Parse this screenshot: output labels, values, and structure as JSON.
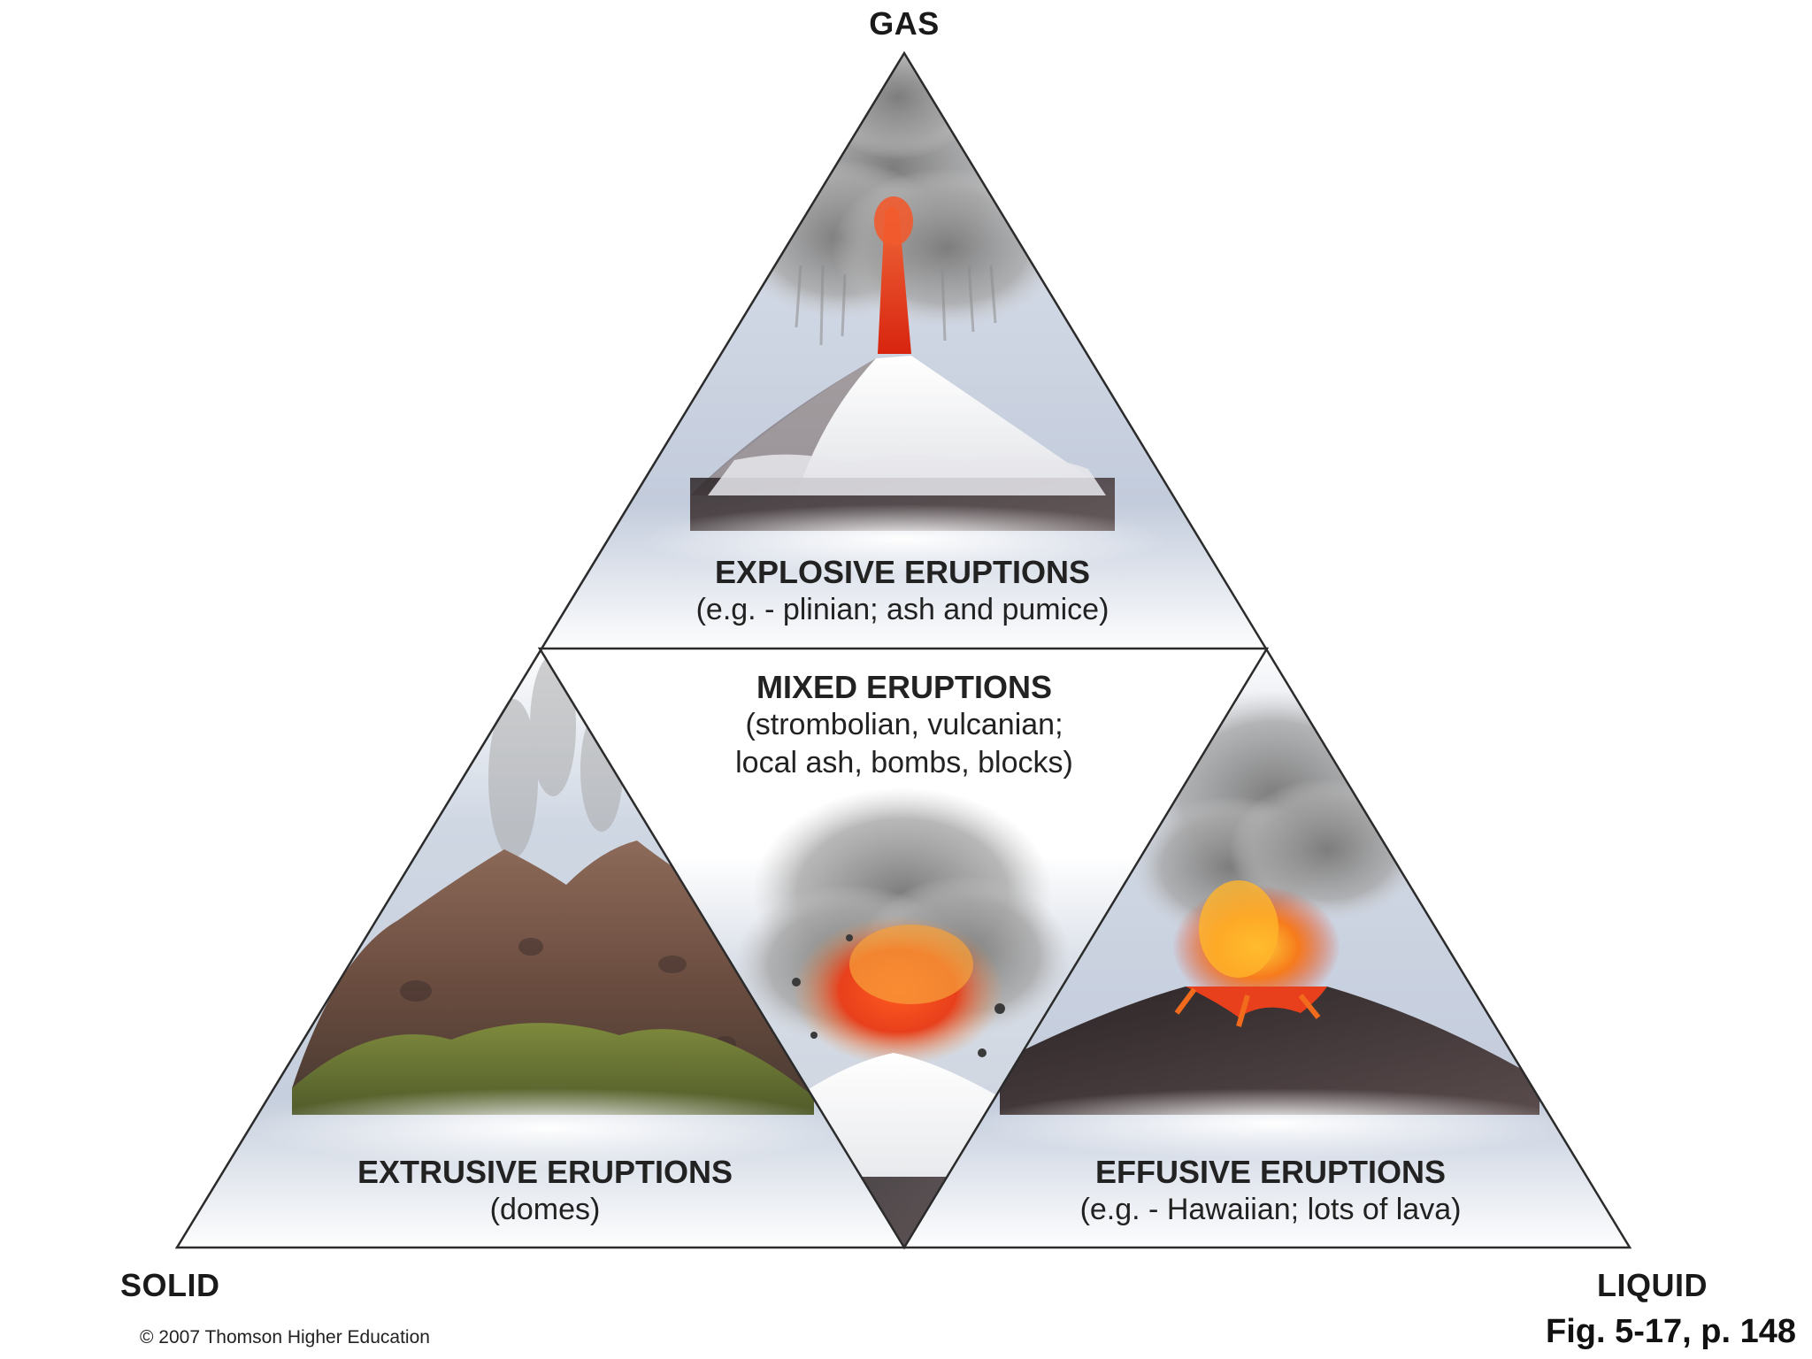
{
  "corners": {
    "top": "GAS",
    "left": "SOLID",
    "right": "LIQUID"
  },
  "panels": {
    "explosive": {
      "title": "EXPLOSIVE ERUPTIONS",
      "lines": [
        "(e.g. - plinian; ash and pumice)"
      ]
    },
    "mixed": {
      "title": "MIXED ERUPTIONS",
      "lines": [
        "(strombolian, vulcanian;",
        "local ash, bombs, blocks)"
      ]
    },
    "extrusive": {
      "title": "EXTRUSIVE ERUPTIONS",
      "lines": [
        "(domes)"
      ]
    },
    "effusive": {
      "title": "EFFUSIVE ERUPTIONS",
      "lines": [
        "(e.g. - Hawaiian; lots of lava)"
      ]
    }
  },
  "footer": {
    "copyright": "© 2007 Thomson Higher Education",
    "figure_ref": "Fig. 5-17, p. 148"
  },
  "colors": {
    "outline": "#2b2b2b",
    "sky": "#c9d3e3",
    "smoke": "#8a8a8a",
    "lava": "#e8401c",
    "snow": "#f2f2f2",
    "rock": "#6e4c3c",
    "moss": "#6f7d35"
  }
}
